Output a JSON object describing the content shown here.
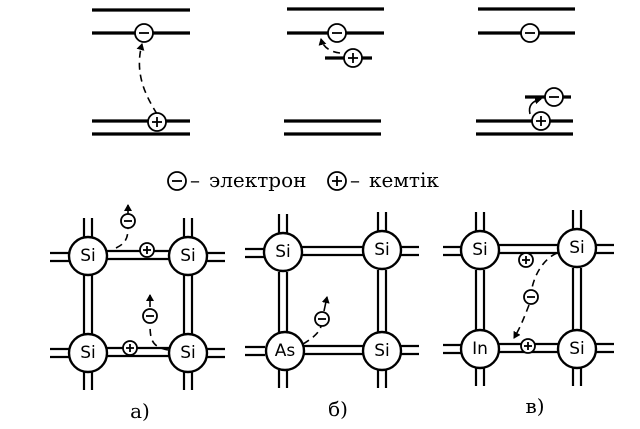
{
  "legend": {
    "electron_dash": "–",
    "electron_label": "электрон",
    "hole_dash": "–",
    "hole_label": "кемтік"
  },
  "lattice_a": {
    "atom_tl": "Si",
    "atom_tr": "Si",
    "atom_bl": "Si",
    "atom_br": "Si"
  },
  "lattice_b": {
    "atom_tl": "Si",
    "atom_tr": "Si",
    "atom_bl": "As",
    "atom_br": "Si"
  },
  "lattice_c": {
    "atom_tl": "Si",
    "atom_tr": "Si",
    "atom_bl": "In",
    "atom_br": "Si"
  },
  "captions": {
    "a": "а)",
    "b": "б)",
    "c": "в)"
  }
}
